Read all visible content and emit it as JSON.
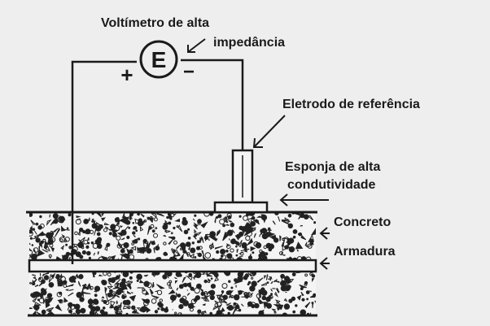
{
  "diagram": {
    "meter_symbol": "E",
    "meter_title": "Voltímetro de alta",
    "meter_title_2": "impedância",
    "plus_sign": "+",
    "minus_sign": "−",
    "electrode_label": "Eletrodo de referência",
    "sponge_label_1": "Esponja de alta",
    "sponge_label_2": "condutividade",
    "concrete_label": "Concreto",
    "rebar_label": "Armadura"
  },
  "colors": {
    "background": "#eeeeee",
    "ink": "#1a1a1a",
    "aggregate": "#222222",
    "rebar_fill": "#f2f2f2"
  }
}
